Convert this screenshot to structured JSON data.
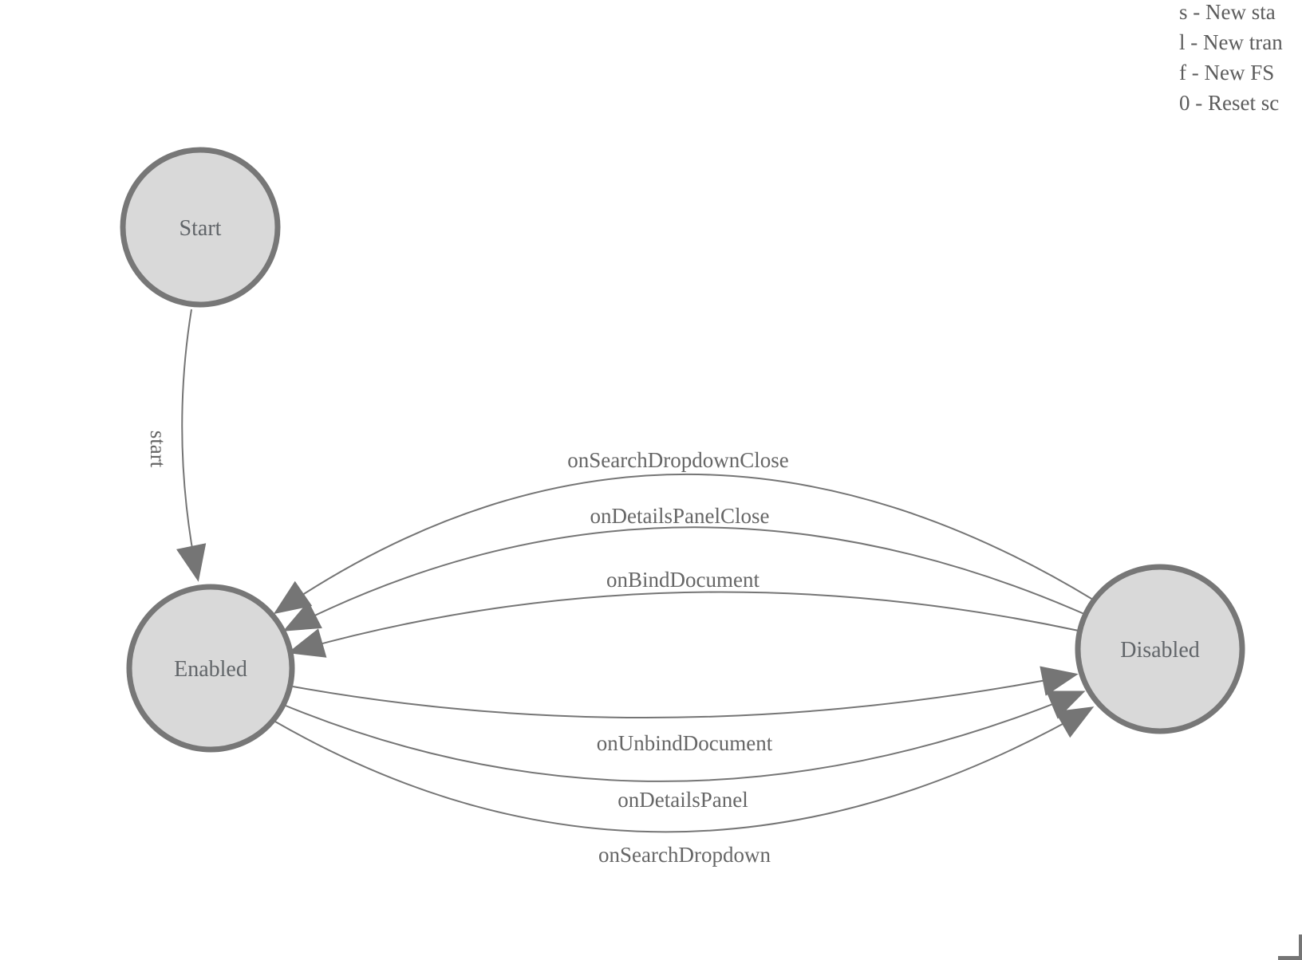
{
  "diagram": {
    "type": "fsm-state-diagram",
    "states": [
      {
        "id": "start",
        "label": "Start"
      },
      {
        "id": "enabled",
        "label": "Enabled"
      },
      {
        "id": "disabled",
        "label": "Disabled"
      }
    ],
    "transitions": [
      {
        "label": "start",
        "from": "Start",
        "to": "Enabled"
      },
      {
        "label": "onSearchDropdownClose",
        "from": "Disabled",
        "to": "Enabled"
      },
      {
        "label": "onDetailsPanelClose",
        "from": "Disabled",
        "to": "Enabled"
      },
      {
        "label": "onBindDocument",
        "from": "Disabled",
        "to": "Enabled"
      },
      {
        "label": "onUnbindDocument",
        "from": "Enabled",
        "to": "Disabled"
      },
      {
        "label": "onDetailsPanel",
        "from": "Enabled",
        "to": "Disabled"
      },
      {
        "label": "onSearchDropdown",
        "from": "Enabled",
        "to": "Disabled"
      }
    ]
  },
  "legend": {
    "lines": [
      "s - New sta",
      "l - New tran",
      "f - New FS",
      "0 - Reset sc"
    ]
  },
  "colors": {
    "state_fill": "#d9d9d9",
    "state_stroke": "#777777",
    "edge": "#757575",
    "arrowhead": "#757575",
    "state_label_text": "#616569",
    "edge_label_text": "#666666",
    "legend_text": "#5c5c5c"
  }
}
